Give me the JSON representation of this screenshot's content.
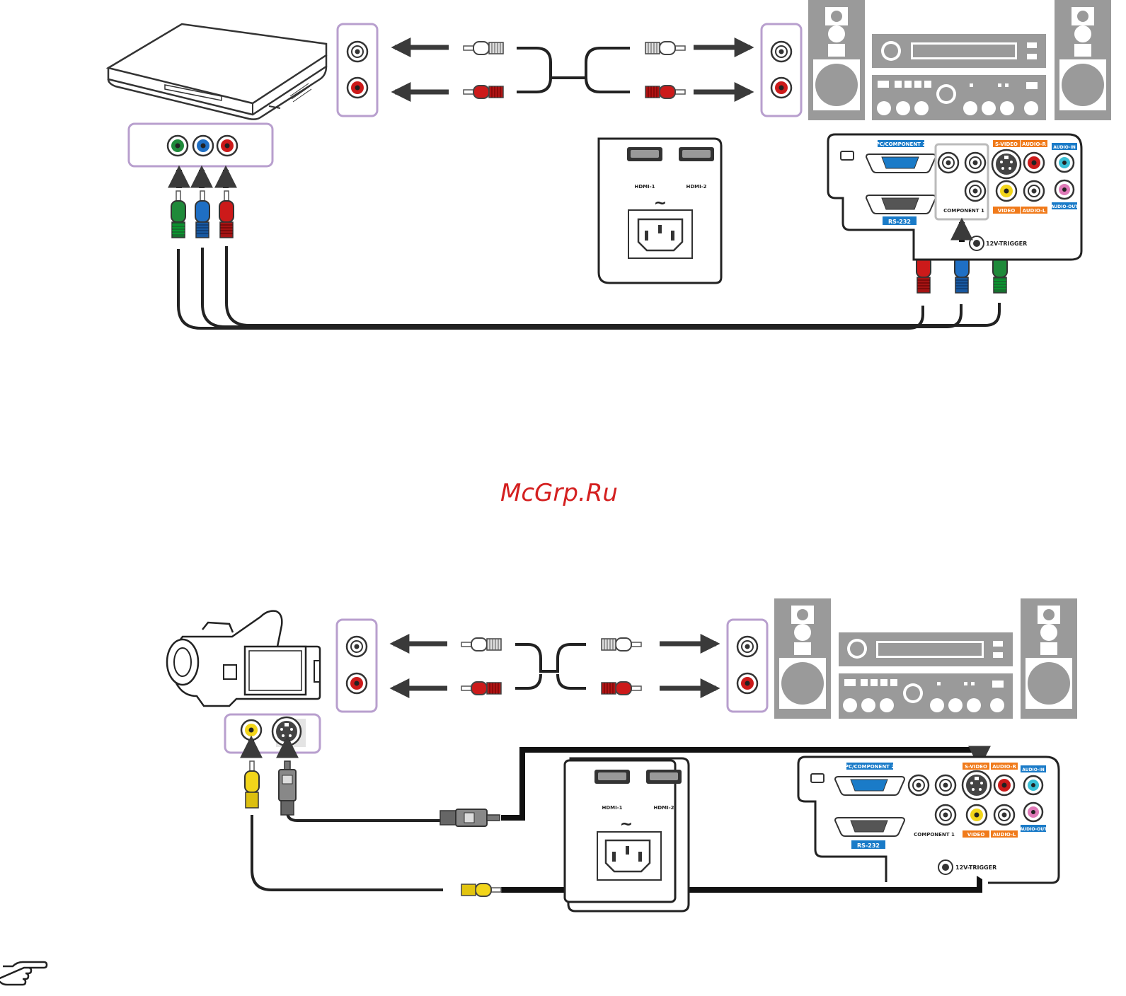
{
  "watermark": "McGrp.Ru",
  "colors": {
    "frame_purple": "#b89fce",
    "port_red": "#cc1a1a",
    "port_green": "#1f8a3a",
    "port_blue": "#1f6fc4",
    "port_yellow": "#f2d51a",
    "tag_blue": "#1a7bc8",
    "tag_orange": "#f07a1a",
    "panel_grey": "#9a9a9a",
    "cable": "#222222"
  },
  "top_panel": {
    "pc_component2": "PC/COMPONENT 2",
    "s_video": "S-VIDEO",
    "audio_r": "AUDIO-R",
    "audio_in": "AUDIO-IN",
    "audio_out": "AUDIO-OUT",
    "video": "VIDEO",
    "audio_l": "AUDIO-L",
    "component1": "COMPONENT 1",
    "rs232": "RS-232",
    "trigger": "12V-TRIGGER"
  },
  "top_power": {
    "hdmi1": "HDMI-1",
    "hdmi2": "HDMI-2",
    "ac": "~"
  },
  "bottom_panel": {
    "pc_component2": "PC/COMPONENT 2",
    "s_video": "S-VIDEO",
    "audio_r": "AUDIO-R",
    "audio_in": "AUDIO-IN",
    "audio_out": "AUDIO-OUT",
    "video": "VIDEO",
    "audio_l": "AUDIO-L",
    "component1": "COMPONENT 1",
    "rs232": "RS-232",
    "trigger": "12V-TRIGGER"
  },
  "bottom_power": {
    "hdmi1": "HDMI-1",
    "hdmi2": "HDMI-2",
    "ac": "~"
  },
  "icons": {
    "dvd_player": "dvd-player-icon",
    "stereo_system": "stereo-system-icon",
    "camcorder": "camcorder-icon",
    "note": "pointing-hand-icon"
  }
}
